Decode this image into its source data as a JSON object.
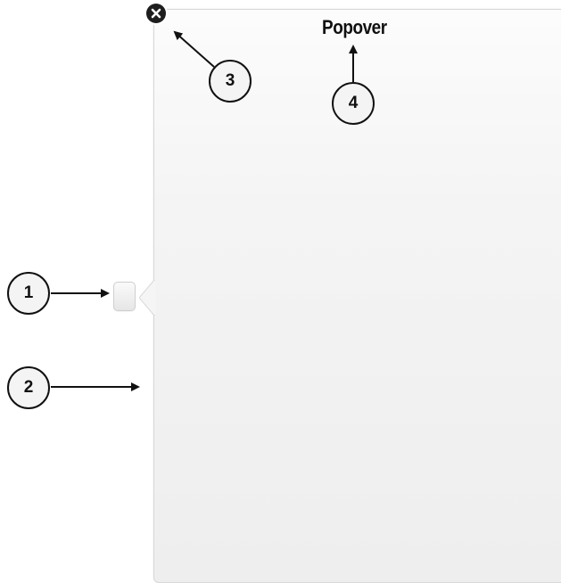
{
  "popover": {
    "title": "Popover",
    "close_icon": "close-circle-icon"
  },
  "callouts": [
    {
      "label": "1"
    },
    {
      "label": "2"
    },
    {
      "label": "3"
    },
    {
      "label": "4"
    }
  ],
  "colors": {
    "panel_top": "#fcfcfc",
    "panel_bottom": "#eeeeee",
    "panel_border": "#d8d8d8",
    "close_button": "#1e1e1e",
    "callout_stroke": "#111111"
  }
}
